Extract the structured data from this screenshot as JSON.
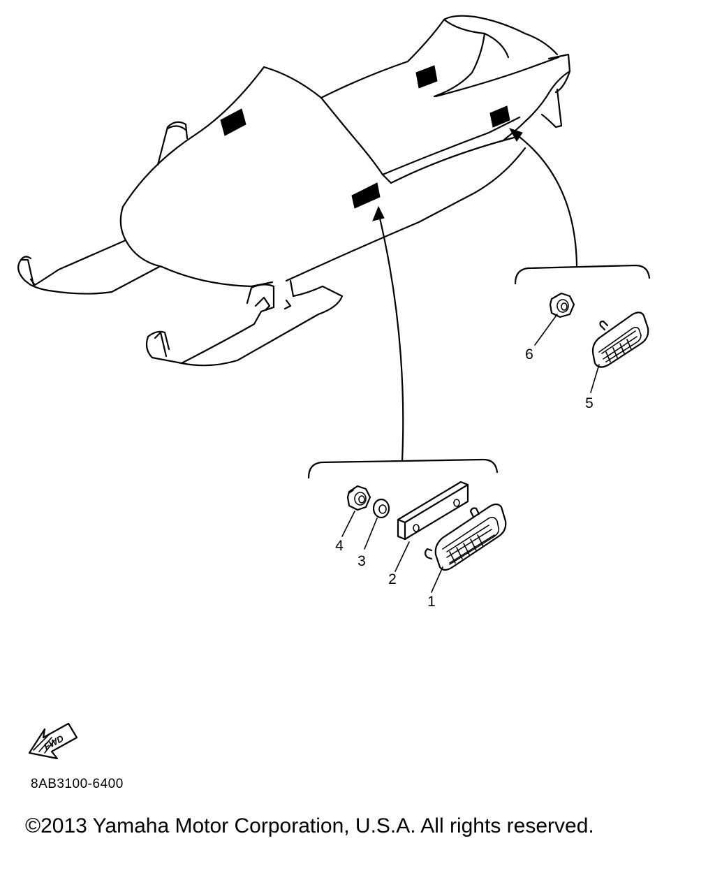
{
  "diagram": {
    "drawing_code": "8AB3100-6400",
    "copyright": "©2013 Yamaha Motor Corporation, U.S.A. All rights reserved.",
    "fwd_label": "FWD",
    "callouts": [
      {
        "number": "1",
        "part": "reflector-front"
      },
      {
        "number": "2",
        "part": "reflector-spacer"
      },
      {
        "number": "3",
        "part": "washer"
      },
      {
        "number": "4",
        "part": "nut-front"
      },
      {
        "number": "5",
        "part": "reflector-rear"
      },
      {
        "number": "6",
        "part": "nut-rear"
      }
    ],
    "stroke_color": "#000000",
    "background_color": "#ffffff"
  }
}
